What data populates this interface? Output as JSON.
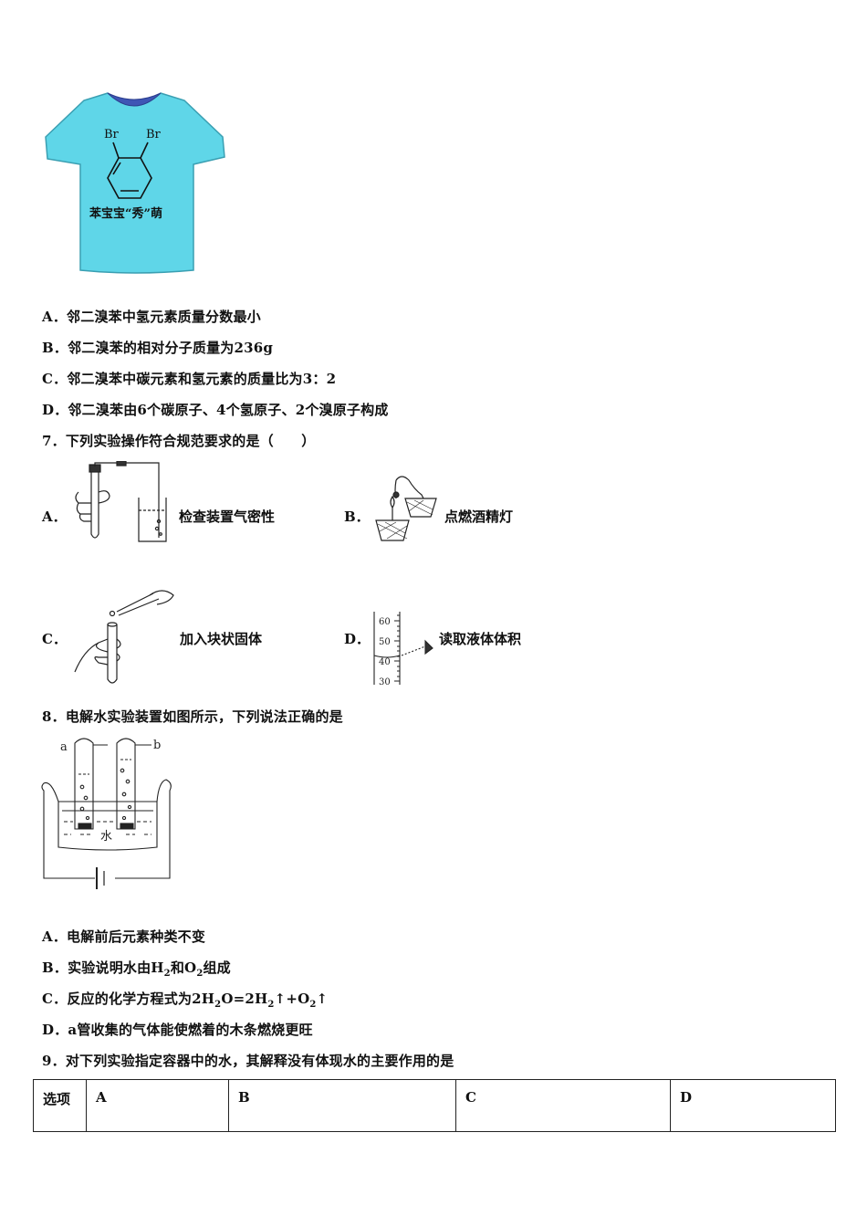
{
  "tshirt": {
    "br_left": "Br",
    "br_right": "Br",
    "caption": "苯宝宝“秀”萌",
    "shirt_color": "#5fd6e8"
  },
  "q6_options": [
    {
      "letter": "A．",
      "text": "邻二溴苯中氢元素质量分数最小"
    },
    {
      "letter": "B．",
      "text": "邻二溴苯的相对分子质量为236g"
    },
    {
      "letter": "C．",
      "text": "邻二溴苯中碳元素和氢元素的质量比为3：2"
    },
    {
      "letter": "D．",
      "text": "邻二溴苯由6个碳原子、4个氢原子、2个溴原子构成"
    }
  ],
  "q7": {
    "question": "7．下列实验操作符合规范要求的是（　　）",
    "options": [
      {
        "letter": "A．",
        "caption": "检查装置气密性"
      },
      {
        "letter": "B．",
        "caption": "点燃酒精灯"
      },
      {
        "letter": "C．",
        "caption": "加入块状固体"
      },
      {
        "letter": "D．",
        "caption": "读取液体体积"
      }
    ],
    "cylinder_ticks": [
      "60",
      "50",
      "40",
      "30"
    ]
  },
  "q8": {
    "question": "8．电解水实验装置如图所示，下列说法正确的是",
    "label_a": "a",
    "label_b": "b",
    "water_label": "水",
    "options": [
      {
        "letter": "A．",
        "text": "电解前后元素种类不变"
      },
      {
        "letter": "B．",
        "pre": "实验说明水由H",
        "s1": "2",
        "mid": "和O",
        "s2": "2",
        "post": "组成"
      },
      {
        "letter": "C．",
        "pre": "反应的化学方程式为2H",
        "s1": "2",
        "mid": "O=2H",
        "s2": "2",
        "mid2": "↑+O",
        "s3": "2",
        "post": "↑"
      },
      {
        "letter": "D．",
        "text": "a管收集的气体能使燃着的木条燃烧更旺"
      }
    ]
  },
  "q9": {
    "question": "9．对下列实验指定容器中的水，其解释没有体现水的主要作用的是",
    "headers": [
      "选项",
      "A",
      "B",
      "C",
      "D"
    ]
  }
}
